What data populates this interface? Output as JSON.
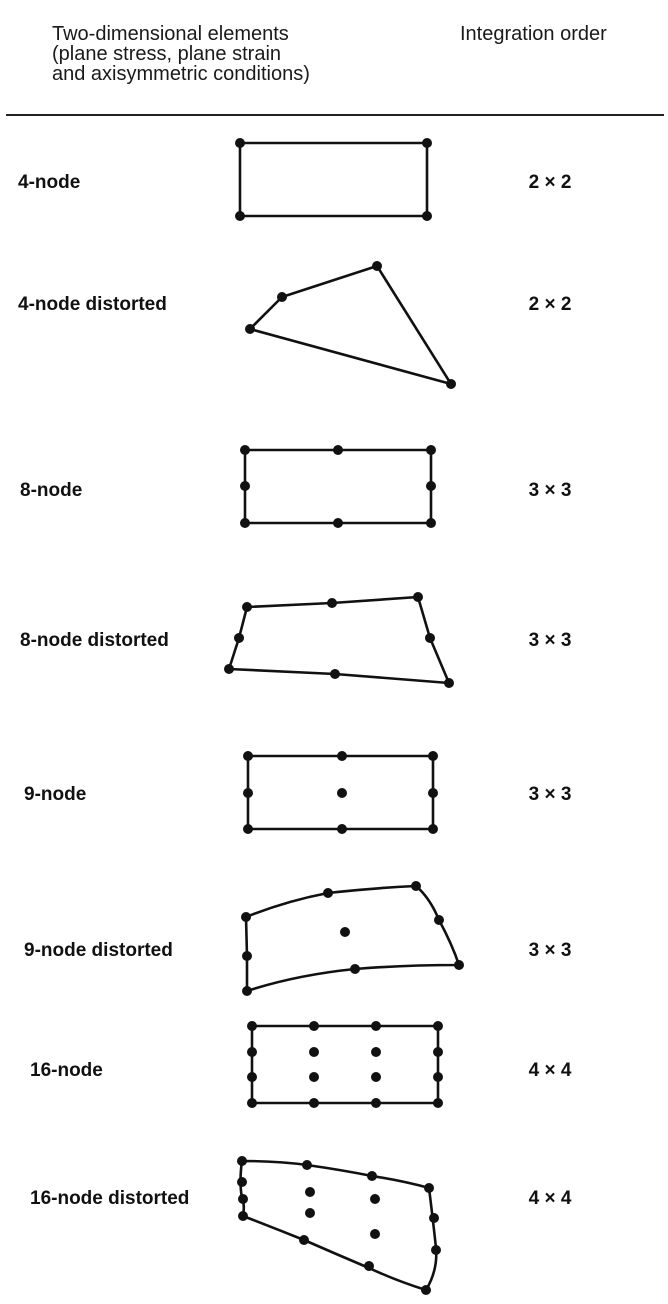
{
  "header": {
    "elements_lines": [
      "Two-dimensional elements",
      "(plane stress, plane strain",
      "and axisymmetric conditions)"
    ],
    "integration_order": "Integration order"
  },
  "rows": [
    {
      "label": "4-node",
      "order": "2 × 2"
    },
    {
      "label": "4-node distorted",
      "order": "2 × 2"
    },
    {
      "label": "8-node",
      "order": "3 × 3"
    },
    {
      "label": "8-node distorted",
      "order": "3 × 3"
    },
    {
      "label": "9-node",
      "order": "3 × 3"
    },
    {
      "label": "9-node distorted",
      "order": "3 × 3"
    },
    {
      "label": "16-node",
      "order": "4 × 4"
    },
    {
      "label": "16-node distorted",
      "order": "4 × 4"
    }
  ]
}
